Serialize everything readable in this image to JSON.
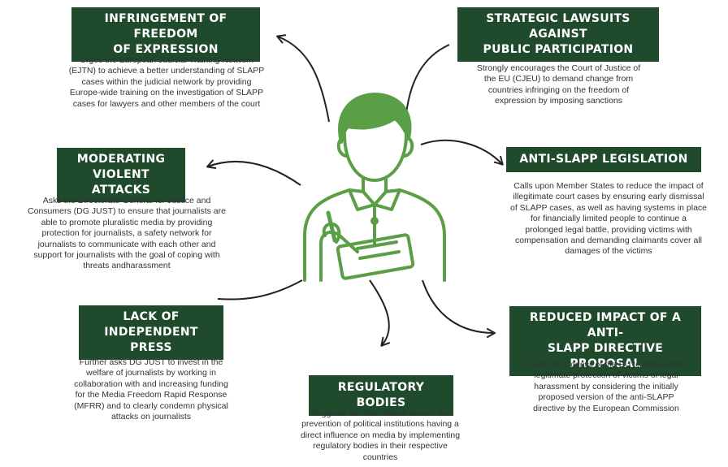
{
  "colors": {
    "badge_bg": "#1f4a2c",
    "icon_green": "#5a9e46",
    "arrow": "#222222",
    "text": "#333333"
  },
  "center_icon": "person-with-clipboard-icon",
  "nodes": [
    {
      "title": "INFRINGEMENT OF FREEDOM\nOF EXPRESSION",
      "text": "Urges the European Judicial Training Network\n(EJTN) to achieve a better understanding of SLAPP\ncases within the judicial network by providing\nEurope-wide training on the investigation of SLAPP\ncases for lawyers and other members of the court"
    },
    {
      "title": "STRATEGIC LAWSUITS AGAINST\nPUBLIC PARTICIPATION",
      "text": "Strongly encourages the Court of Justice of\nthe EU (CJEU) to demand change from\ncountries infringing on the freedom of\nexpression by imposing sanctions"
    },
    {
      "title": "MODERATING\nVIOLENT ATTACKS",
      "text": "Asks the Directorate-General for Justice and\nConsumers (DG JUST) to ensure that journalists are\nable to promote pluralistic media by providing\nprotection for journalists, a safety network for\njournalists to communicate with each other and\nsupport for journalists with the goal of coping with\nthreats andharassment"
    },
    {
      "title": "ANTI-SLAPP LEGISLATION",
      "text": "Calls upon Member States to reduce the impact of\nillegitimate court cases by ensuring early dismissal\nof SLAPP cases, as well as having systems in place\nfor financially limited people to continue a\nprolonged legal battle,  providing victims with\ncompensation and demanding claimants cover all\ndamages of the victims"
    },
    {
      "title": "LACK OF\nINDEPENDENT PRESS",
      "text": "Further asks DG JUST to invest in the\nwelfare of journalists by working in\ncollaboration with and increasing funding\nfor the Media Freedom Rapid Response\n(MFRR) and to clearly condemn physical\nattacks on journalists"
    },
    {
      "title": "REGULATORY BODIES",
      "text": "Suggests Member States ensure the\nprevention of political institutions having a\ndirect influence on media by implementing\nregulatory bodies in their respective\ncountries"
    },
    {
      "title": "REDUCED IMPACT OF A  ANTI-\nSLAPP DIRECTIVE PROPOSAL",
      "text": "Asks the Council of the EU to ensure the\nlegitimate protection of victims of legal\nharassment by considering the initially\nproposed version of the anti-SLAPP\ndirective by the European Commission"
    }
  ]
}
